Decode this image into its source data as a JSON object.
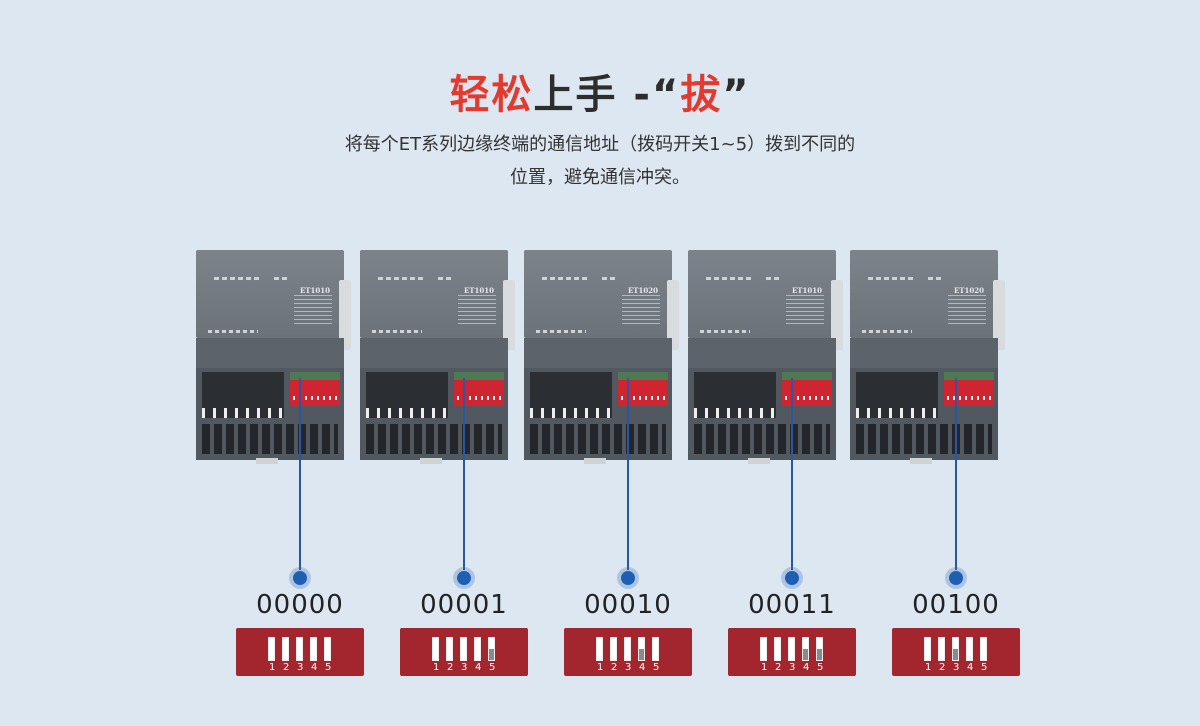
{
  "title": {
    "red1": "轻松",
    "dark": "上手 -“",
    "red2": "拔",
    "end": "”"
  },
  "subtitle": {
    "line1": "将每个ET系列边缘终端的通信地址（拨码开关1~5）拨到不同的",
    "line2": "位置，避免通信冲突。"
  },
  "modules": [
    {
      "label": "ET1010",
      "code": "00000",
      "bits": [
        0,
        0,
        0,
        0,
        0
      ]
    },
    {
      "label": "ET1010",
      "code": "00001",
      "bits": [
        0,
        0,
        0,
        0,
        1
      ]
    },
    {
      "label": "ET1020",
      "code": "00010",
      "bits": [
        0,
        0,
        0,
        1,
        0
      ]
    },
    {
      "label": "ET1010",
      "code": "00011",
      "bits": [
        0,
        0,
        0,
        1,
        1
      ]
    },
    {
      "label": "ET1020",
      "code": "00100",
      "bits": [
        0,
        0,
        1,
        0,
        0
      ]
    }
  ],
  "switch_numbers": [
    "1",
    "2",
    "3",
    "4",
    "5"
  ],
  "colors": {
    "accent_red": "#e23a2e",
    "panel_red": "#a3262e",
    "connector_blue": "#2a57a3"
  }
}
